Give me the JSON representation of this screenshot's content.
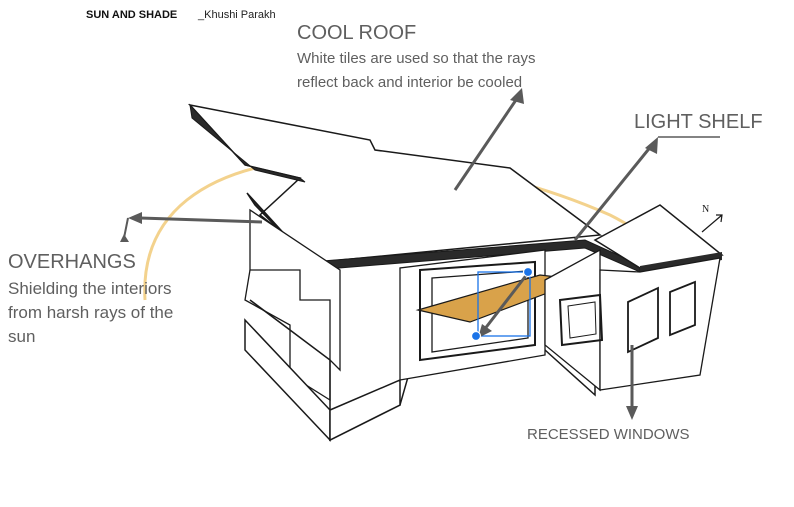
{
  "header": {
    "title_bold": "SUN AND SHADE",
    "title_author": "_Khushi Parakh"
  },
  "annotations": {
    "cool_roof": {
      "title": "COOL ROOF",
      "description": "White tiles are used so that the rays\nreflect back and interior be cooled"
    },
    "light_shelf": {
      "title": "LIGHT SHELF"
    },
    "overhangs": {
      "title": "OVERHANGS",
      "description": "Shielding the interiors\nfrom harsh rays of the\nsun"
    },
    "recessed_windows": {
      "title": "RECESSED WINDOWS"
    }
  },
  "sketch": {
    "north_mark": "N"
  },
  "colors": {
    "ink": "#1a1a1a",
    "label": "#5f5f5f",
    "arrow": "#5a5a5a",
    "shelf_wood": "#d9a24a",
    "sun_arc": "#f0c770",
    "selection": "#1a73e8"
  }
}
